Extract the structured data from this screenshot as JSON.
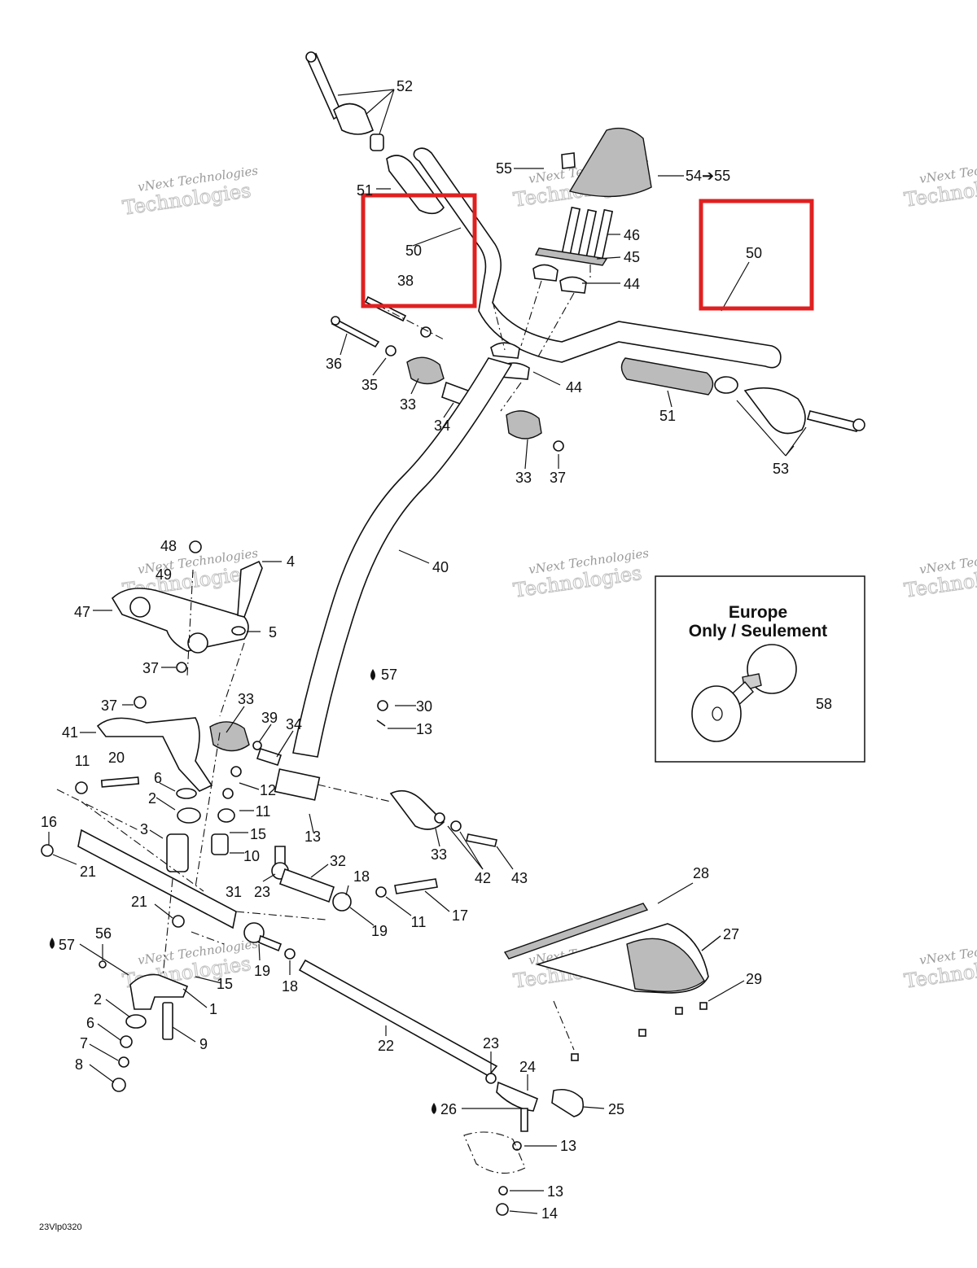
{
  "watermark": {
    "line1": "vNext Technologies",
    "line2": "Technologies"
  },
  "inset": {
    "line1": "Europe",
    "line2": "Only / Seulement",
    "part_label": "58"
  },
  "drawing_code": "23Vlp0320",
  "highlight_color": "#e02020",
  "highlights": [
    {
      "labels": [
        "50",
        "38"
      ]
    },
    {
      "labels": [
        "50"
      ]
    }
  ],
  "lube_icon": "oil-drop-icon",
  "callouts": [
    "52",
    "51",
    "55",
    "54➔55",
    "46",
    "45",
    "44",
    "36",
    "35",
    "33",
    "34",
    "44",
    "51",
    "53",
    "33",
    "37",
    "40",
    "48",
    "4",
    "49",
    "47",
    "5",
    "37",
    "57",
    "30",
    "13",
    "37",
    "33",
    "39",
    "34",
    "41",
    "11",
    "20",
    "6",
    "12",
    "2",
    "11",
    "16",
    "3",
    "15",
    "10",
    "13",
    "33",
    "42",
    "43",
    "21",
    "32",
    "31",
    "23",
    "18",
    "11",
    "17",
    "21",
    "19",
    "28",
    "56",
    "57",
    "19",
    "15",
    "1",
    "18",
    "27",
    "2",
    "29",
    "6",
    "9",
    "7",
    "22",
    "8",
    "23",
    "24",
    "26",
    "25",
    "13",
    "13",
    "14"
  ]
}
